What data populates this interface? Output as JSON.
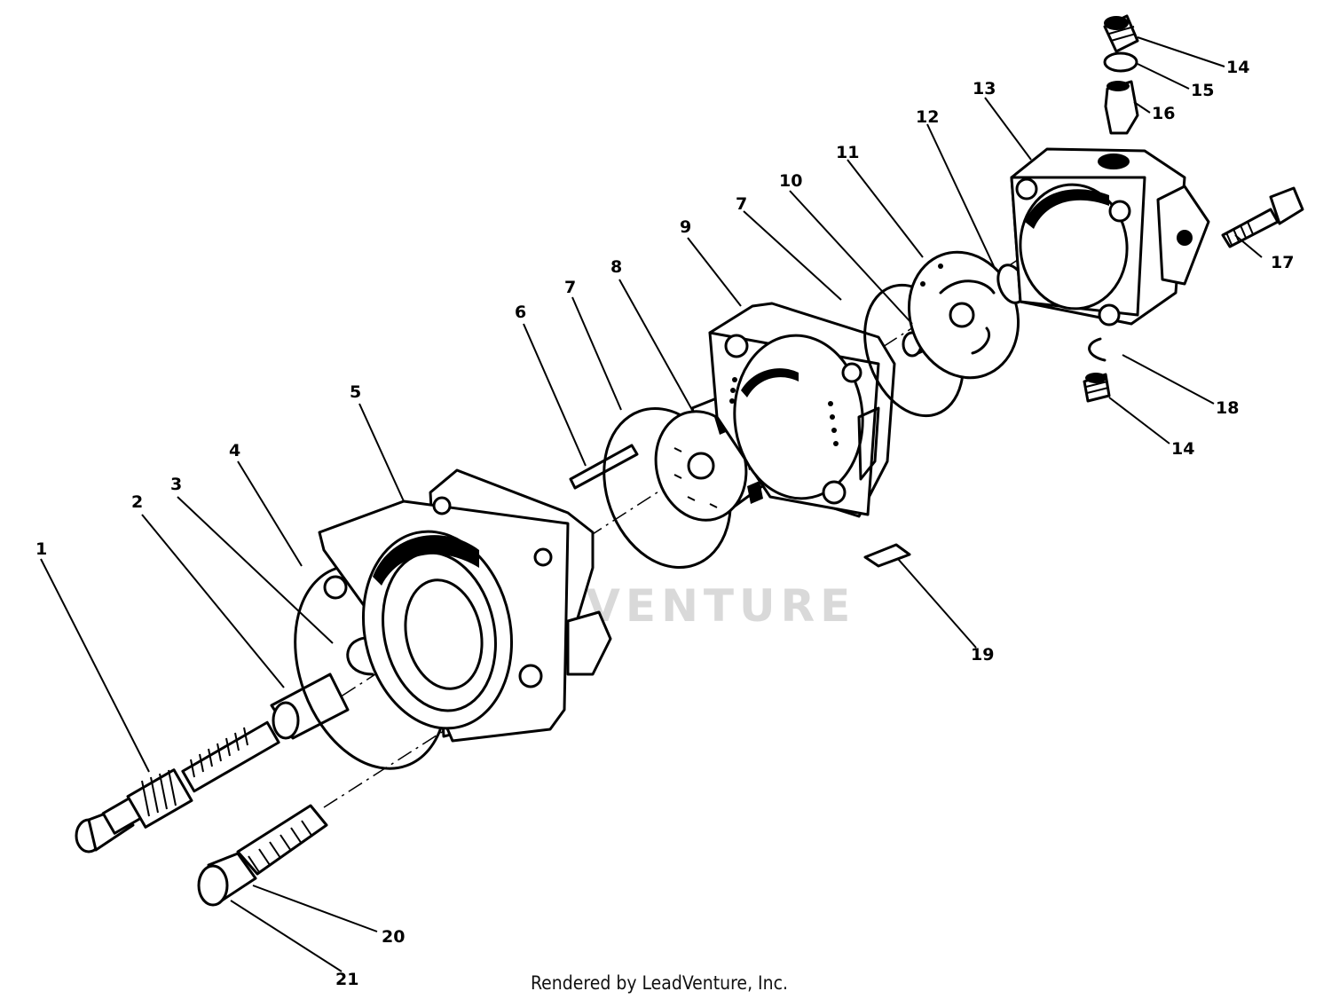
{
  "watermark": "LEADVENTURE",
  "footer": "Rendered by LeadVenture, Inc.",
  "callouts": [
    "1",
    "2",
    "3",
    "4",
    "5",
    "6",
    "7",
    "8",
    "9",
    "7",
    "10",
    "11",
    "12",
    "13",
    "14",
    "15",
    "16",
    "17",
    "18",
    "14",
    "19",
    "20",
    "21"
  ]
}
